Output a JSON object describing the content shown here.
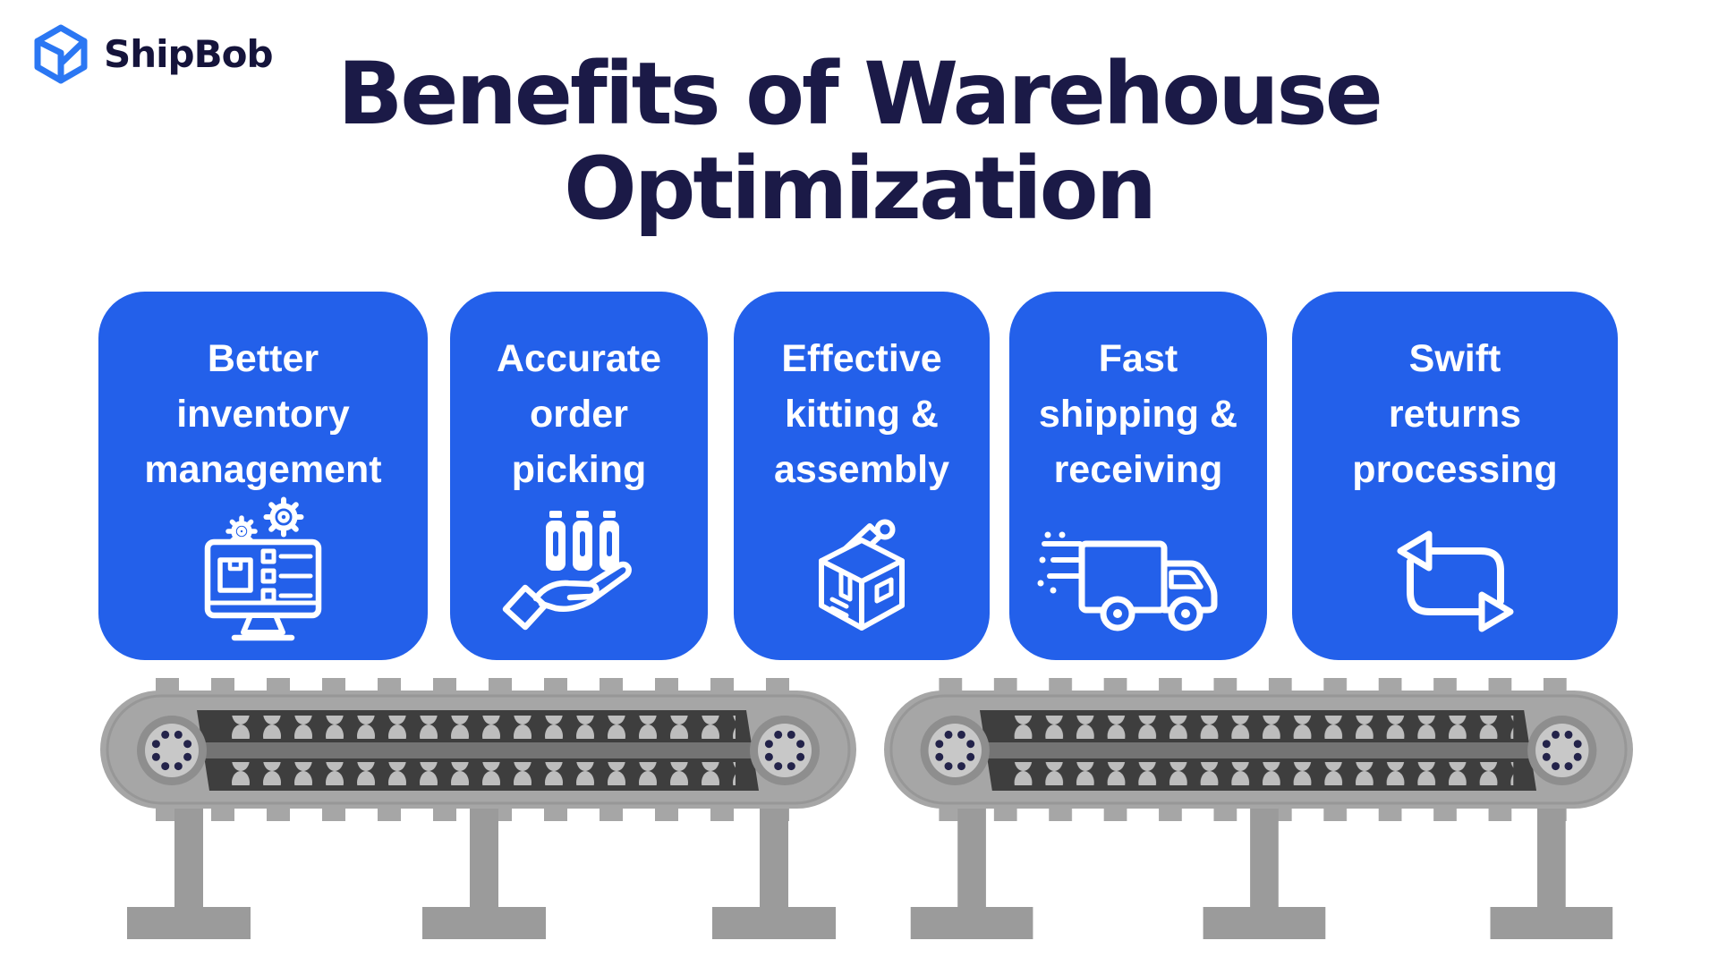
{
  "logo": {
    "text": "ShipBob",
    "icon": "shipbob-box-logo-icon",
    "icon_color": "#2B77F3",
    "text_color": "#15143B"
  },
  "title": {
    "line1": "Benefits of Warehouse",
    "line2": "Optimization",
    "color": "#1B1A47"
  },
  "cards": {
    "bg_color": "#2360EA",
    "text_color": "#FFFFFF",
    "items": [
      {
        "line1": "Better",
        "line2": "inventory",
        "line3": "management",
        "icon": "inventory-management-monitor-icon"
      },
      {
        "line1": "Accurate",
        "line2": "order",
        "line3": "picking",
        "icon": "order-picking-hand-bottles-icon"
      },
      {
        "line1": "Effective",
        "line2": "kitting &",
        "line3": "assembly",
        "icon": "kitting-assembly-box-icon"
      },
      {
        "line1": "Fast",
        "line2": "shipping &",
        "line3": "receiving",
        "icon": "fast-shipping-truck-icon"
      },
      {
        "line1": "Swift",
        "line2": "returns",
        "line3": "processing",
        "icon": "returns-processing-arrows-icon"
      }
    ]
  },
  "conveyor": {
    "belt_color": "#A6A6A6",
    "belt_inner_line": "#979797",
    "track_color": "#3E3E3E",
    "roller_color": "#BDBDBD",
    "bar_color": "#747474",
    "cap_outer": "#8E8E8E",
    "cap_inner": "#C8C8C8",
    "cap_dots": "#23234A",
    "leg_color": "#9B9B9B"
  }
}
